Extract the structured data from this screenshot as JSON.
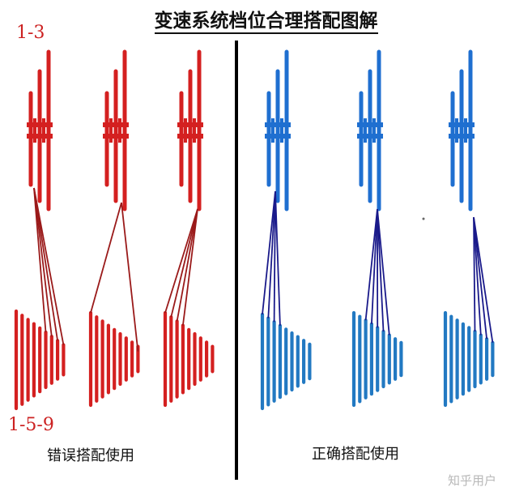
{
  "title": "变速系统档位合理搭配图解",
  "front_gears_label": "1-3",
  "rear_gears_label": "1-5-9",
  "wrong_caption": "错误搭配使用",
  "right_caption": "正确搭配使用",
  "watermark": "知乎用户",
  "colors": {
    "wrong": "#d42020",
    "wrong_line": "#9a1a1a",
    "right": "#1f6fd0",
    "right_cassette": "#2279c2",
    "right_line": "#1a1a8a",
    "divider": "#000000"
  }
}
